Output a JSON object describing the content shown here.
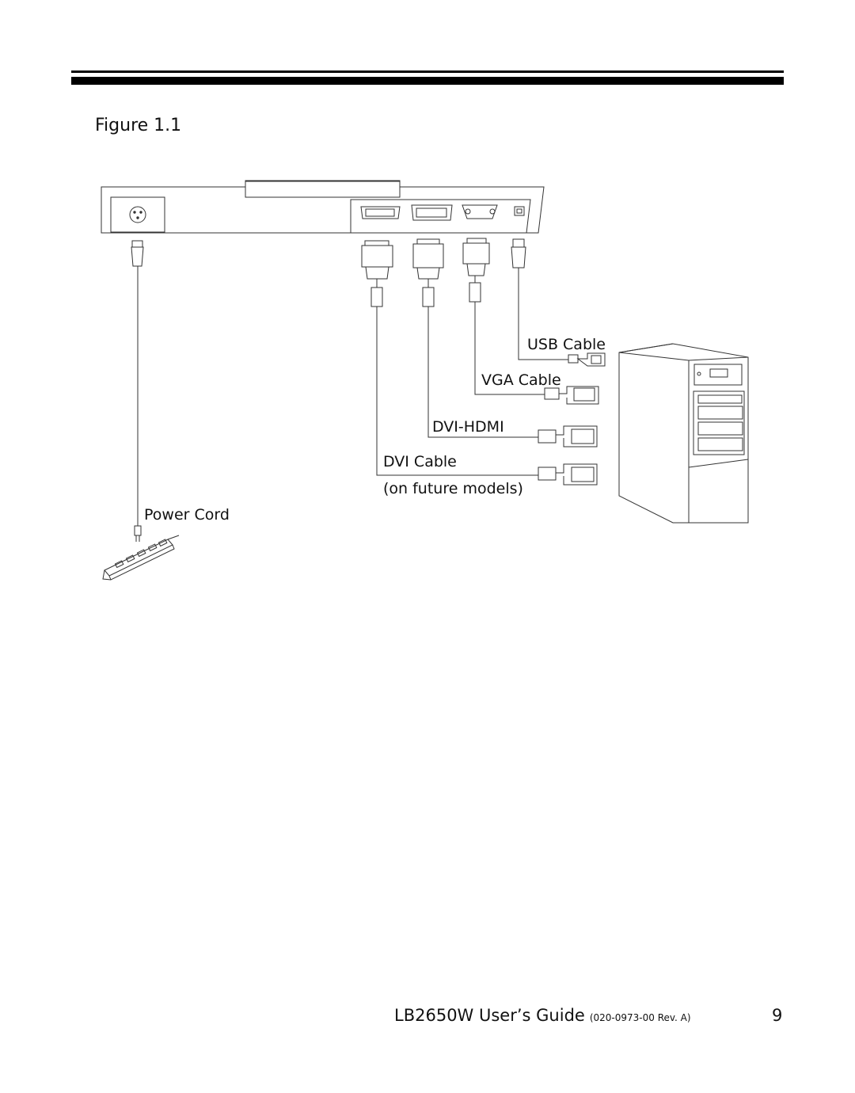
{
  "figure": {
    "title": "Figure 1.1"
  },
  "labels": {
    "usb": "USB Cable",
    "vga": "VGA Cable",
    "dvi_hdmi": "DVI-HDMI",
    "dvi": "DVI Cable",
    "dvi_note": "(on future models)",
    "power": "Power Cord"
  },
  "footer": {
    "title": "LB2650W User’s Guide",
    "rev": "(020-0973-00 Rev. A)",
    "page": "9"
  }
}
